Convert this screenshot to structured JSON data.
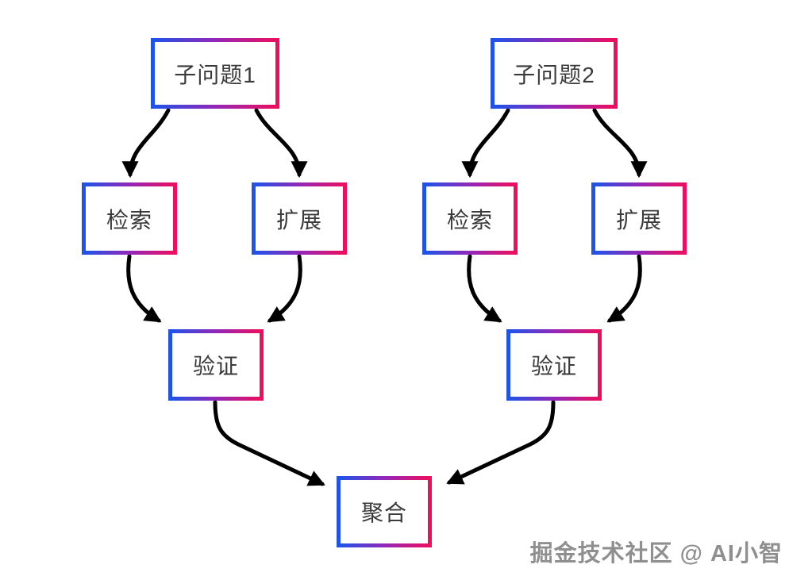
{
  "diagram": {
    "title": "",
    "nodes": {
      "sub1": {
        "label": "子问题1"
      },
      "sub2": {
        "label": "子问题2"
      },
      "retrieve1": {
        "label": "检索"
      },
      "expand1": {
        "label": "扩展"
      },
      "retrieve2": {
        "label": "检索"
      },
      "expand2": {
        "label": "扩展"
      },
      "verify1": {
        "label": "验证"
      },
      "verify2": {
        "label": "验证"
      },
      "aggregate": {
        "label": "聚合"
      }
    },
    "edges": [
      {
        "from": "sub1",
        "to": "retrieve1"
      },
      {
        "from": "sub1",
        "to": "expand1"
      },
      {
        "from": "sub2",
        "to": "retrieve2"
      },
      {
        "from": "sub2",
        "to": "expand2"
      },
      {
        "from": "retrieve1",
        "to": "verify1"
      },
      {
        "from": "expand1",
        "to": "verify1"
      },
      {
        "from": "retrieve2",
        "to": "verify2"
      },
      {
        "from": "expand2",
        "to": "verify2"
      },
      {
        "from": "verify1",
        "to": "aggregate"
      },
      {
        "from": "verify2",
        "to": "aggregate"
      }
    ],
    "colors": {
      "border_gradient_start": "#1f53e8",
      "border_gradient_mid": "#9327b8",
      "border_gradient_end": "#ec0f5e",
      "node_background": "#ffffff",
      "node_text": "#3a3a3a",
      "arrow": "#000000",
      "background": "#ffffff",
      "watermark_text_color": "#8f8f8f"
    }
  },
  "watermark": {
    "text": "掘金技术社区 @ AI小智"
  }
}
